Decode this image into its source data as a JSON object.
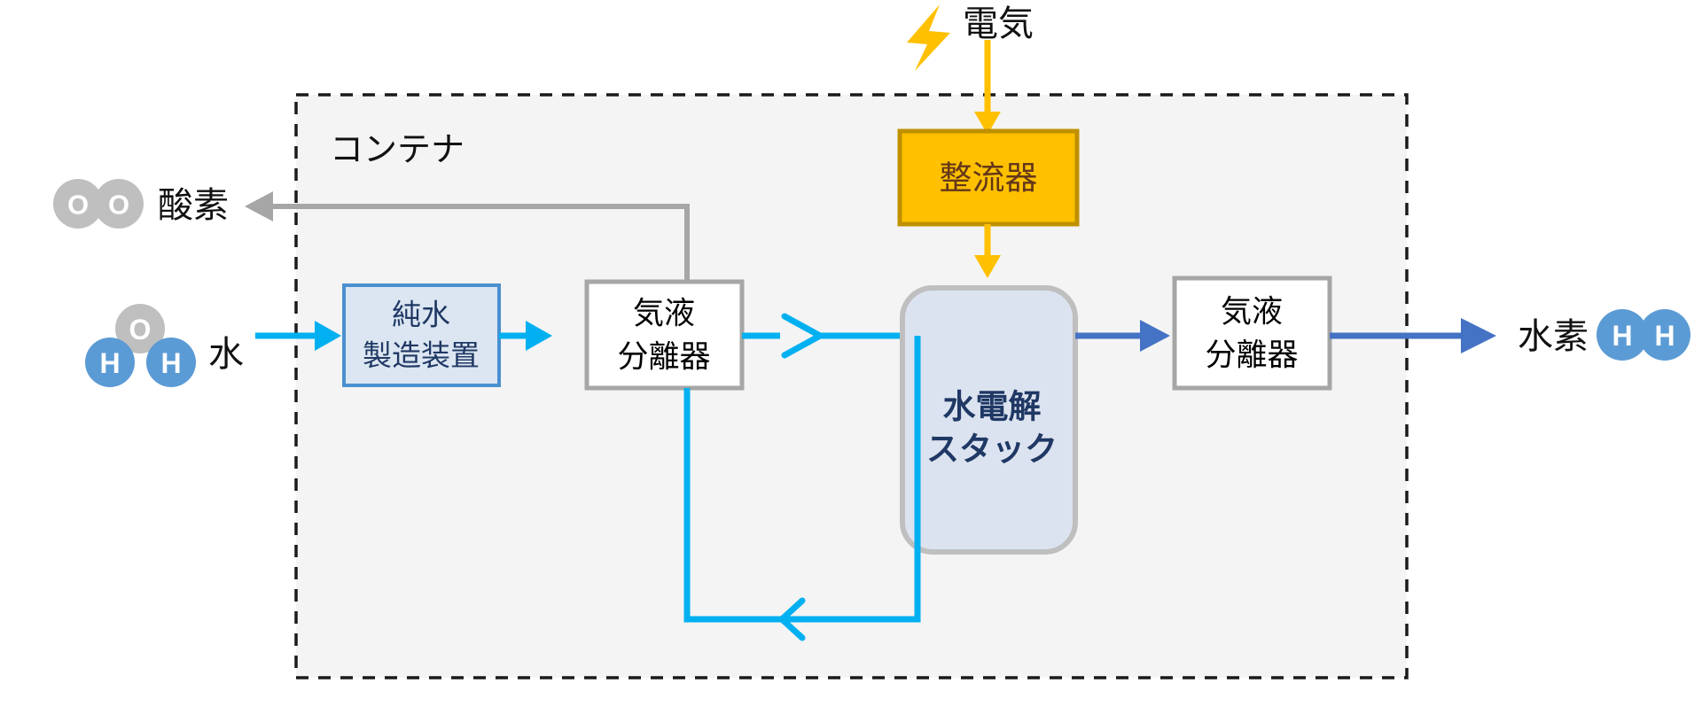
{
  "diagram": {
    "title_visible": false,
    "container": {
      "label": "コンテナ",
      "border_style": "dashed",
      "border_color": "#1a1a1a",
      "fill": "#f4f4f4"
    },
    "inputs": {
      "electricity": {
        "label": "電気",
        "icon": "lightning-bolt-icon",
        "color": "#ffc000"
      },
      "water": {
        "label": "水",
        "icon": "water-molecule-icon",
        "atoms": [
          "O",
          "H",
          "H"
        ],
        "oxygen_color": "#bfbfbf",
        "hydrogen_color": "#5b9bd5",
        "arrow_color": "#00b0f0"
      }
    },
    "outputs": {
      "oxygen": {
        "label": "酸素",
        "icon": "oxygen-molecule-icon",
        "atoms": [
          "O",
          "O"
        ],
        "atom_color": "#bfbfbf",
        "arrow_color": "#a6a6a6"
      },
      "hydrogen": {
        "label": "水素",
        "icon": "hydrogen-molecule-icon",
        "atoms": [
          "H",
          "H"
        ],
        "atom_color": "#5b9bd5",
        "arrow_color": "#4472c4"
      }
    },
    "nodes": [
      {
        "id": "rectifier",
        "label": "整流器",
        "label_lines": [
          "整流器"
        ],
        "fill": "#ffc000",
        "stroke": "#bf9000",
        "text_color": "#63371a",
        "shape": "rect"
      },
      {
        "id": "pure-water-unit",
        "label": "純水製造装置",
        "label_lines": [
          "純水",
          "製造装置"
        ],
        "fill": "#dce6f2",
        "stroke": "#4a90cf",
        "text_color": "#1f3864",
        "shape": "rect"
      },
      {
        "id": "gas-liquid-separator-1",
        "label": "気液分離器",
        "label_lines": [
          "気液",
          "分離器"
        ],
        "fill": "#ffffff",
        "stroke": "#a6a6a6",
        "text_color": "#000000",
        "shape": "rect"
      },
      {
        "id": "electrolysis-stack",
        "label": "水電解スタック",
        "label_lines": [
          "水電解",
          "スタック"
        ],
        "fill": "#dce3f0",
        "stroke": "#bfbfbf",
        "text_color": "#1f3864",
        "shape": "rounded-rect"
      },
      {
        "id": "gas-liquid-separator-2",
        "label": "気液分離器",
        "label_lines": [
          "気液",
          "分離器"
        ],
        "fill": "#ffffff",
        "stroke": "#a6a6a6",
        "text_color": "#000000",
        "shape": "rect"
      }
    ],
    "flows": [
      {
        "id": "electricity-to-rectifier",
        "color": "#ffc000",
        "direction": "down"
      },
      {
        "id": "rectifier-to-stack",
        "color": "#ffc000",
        "direction": "down"
      },
      {
        "id": "water-to-pure-water-unit",
        "color": "#00b0f0",
        "direction": "right"
      },
      {
        "id": "pure-water-unit-to-separator1",
        "color": "#00b0f0",
        "direction": "right"
      },
      {
        "id": "separator1-to-stack",
        "color": "#00b0f0",
        "direction": "right"
      },
      {
        "id": "stack-recirculation-return",
        "color": "#00b0f0",
        "direction": "left"
      },
      {
        "id": "separator1-to-oxygen",
        "color": "#a6a6a6",
        "direction": "left"
      },
      {
        "id": "stack-to-separator2",
        "color": "#4472c4",
        "direction": "right"
      },
      {
        "id": "separator2-to-hydrogen",
        "color": "#4472c4",
        "direction": "right"
      }
    ]
  }
}
